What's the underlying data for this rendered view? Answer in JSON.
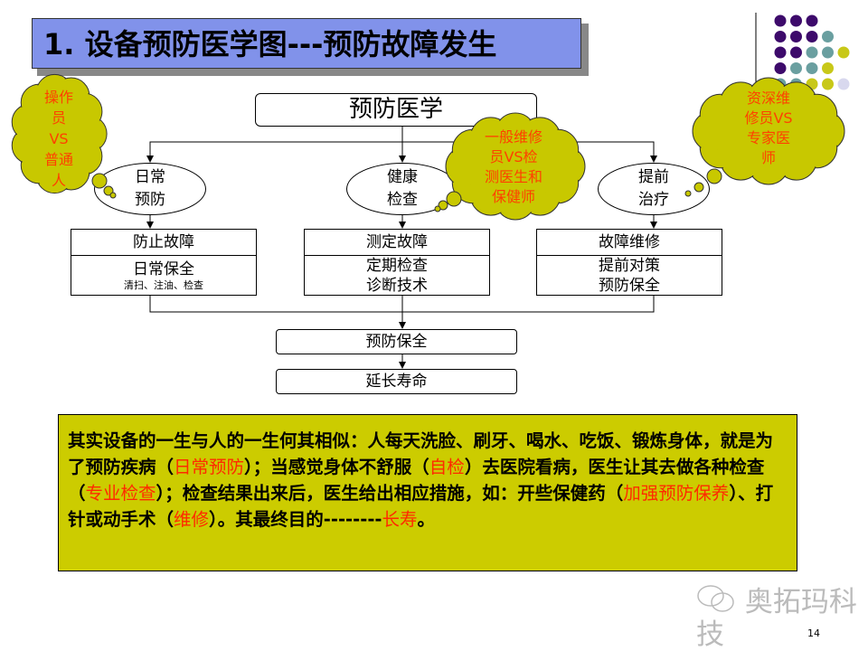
{
  "title": "1. 设备预防医学图---预防故障发生",
  "top_node": "预防医学",
  "branches": [
    {
      "ellipse": [
        "日常",
        "预防"
      ],
      "box_title": "防止故障",
      "box_lines": [
        "日常保全"
      ],
      "box_sub": "清扫、注油、检查"
    },
    {
      "ellipse": [
        "健康",
        "检查"
      ],
      "box_title": "测定故障",
      "box_lines": [
        "定期检查",
        "诊断技术"
      ]
    },
    {
      "ellipse": [
        "提前",
        "治疗"
      ],
      "box_title": "故障维修",
      "box_lines": [
        "提前对策",
        "预防保全"
      ]
    }
  ],
  "merge_node": "预防保全",
  "final_node": "延长寿命",
  "clouds": [
    {
      "lines": [
        "操作",
        "员",
        "VS",
        "普通",
        "人"
      ]
    },
    {
      "lines": [
        "一般维修",
        "员VS检",
        "测医生和",
        "保健师"
      ]
    },
    {
      "lines": [
        "资深维",
        "修员VS",
        "专家医",
        "师"
      ]
    }
  ],
  "note": {
    "parts": [
      {
        "t": "其实设备的一生与人的一生何其相似：人每天洗脸、刷牙、喝水、吃饭、锻炼身体，就是为了预防疾病（",
        "red": false
      },
      {
        "t": "日常预防",
        "red": true
      },
      {
        "t": "）；当感觉身体不舒服（",
        "red": false
      },
      {
        "t": "自检",
        "red": true
      },
      {
        "t": "）去医院看病，医生让其去做各种检查（",
        "red": false
      },
      {
        "t": "专业检查",
        "red": true
      },
      {
        "t": "）；检查结果出来后，医生给出相应措施，如：开些保健药（",
        "red": false
      },
      {
        "t": "加强预防保养",
        "red": true
      },
      {
        "t": "）、打针或动手术（",
        "red": false
      },
      {
        "t": "维修",
        "red": true
      },
      {
        "t": "）。其最终目的--------",
        "red": false
      },
      {
        "t": "长寿",
        "red": true
      },
      {
        "t": "。",
        "red": false
      }
    ]
  },
  "watermark": "奥拓玛科技",
  "page_number": "14",
  "colors": {
    "title_bg": "#8192ea",
    "cloud": "#c8c800",
    "note_bg": "#cccc00",
    "red_text": "#ff2a00",
    "dot_purple": "#3d0a6b",
    "dot_teal": "#6a9fa0",
    "dot_yellow": "#c8c818",
    "dot_lavender": "#d8d8ee"
  }
}
